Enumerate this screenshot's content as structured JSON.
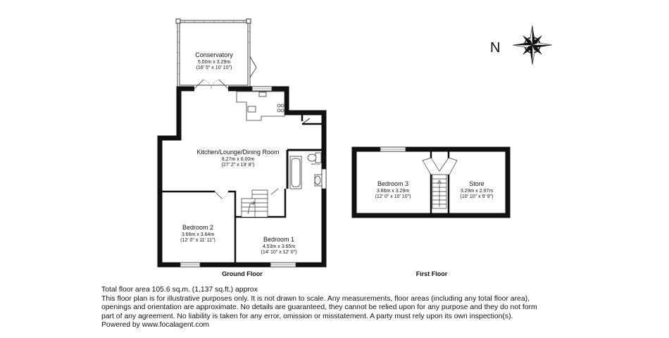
{
  "compass": {
    "label": "N",
    "icon": "compass-rose-icon"
  },
  "ground_floor": {
    "label": "Ground Floor",
    "rooms": [
      {
        "name": "Conservatory",
        "metric": "5.00m x 3.29m",
        "imperial": "(16' 5\" x 10' 10\")"
      },
      {
        "name": "Kitchen/Lounge/Dining Room",
        "metric": "8.27m x 6.00m",
        "imperial": "(27' 2\" x 19' 8\")"
      },
      {
        "name": "Bedroom 2",
        "metric": "3.66m x 3.64m",
        "imperial": "(12' 0\" x 11' 11\")"
      },
      {
        "name": "Bedroom 1",
        "metric": "4.53m x 3.65m",
        "imperial": "(14' 10\" x 12' 0\")"
      }
    ],
    "small_label": "Bathroom"
  },
  "first_floor": {
    "label": "First Floor",
    "rooms": [
      {
        "name": "Bedroom 3",
        "metric": "3.66m x 3.29m",
        "imperial": "(12' 0\" x 10' 10\")"
      },
      {
        "name": "Store",
        "metric": "3.29m x 2.97m",
        "imperial": "(10' 10\" x 9' 9\")"
      }
    ]
  },
  "disclaimer": {
    "line1": "Total floor area 105.6 sq.m. (1,137 sq.ft.) approx",
    "line2": "This floor plan is for illustrative purposes only. It is not drawn to scale. Any measurements, floor areas (including any total floor area),",
    "line3": "openings and orientation are approximate. No details are guaranteed, they cannot be relied upon for any purpose and they do not form",
    "line4": "part of any agreement. No liability is taken for any error, omission or misstatement. A party must rely upon its own inspection(s).",
    "line5": "Powered by www.focalagent.com"
  }
}
